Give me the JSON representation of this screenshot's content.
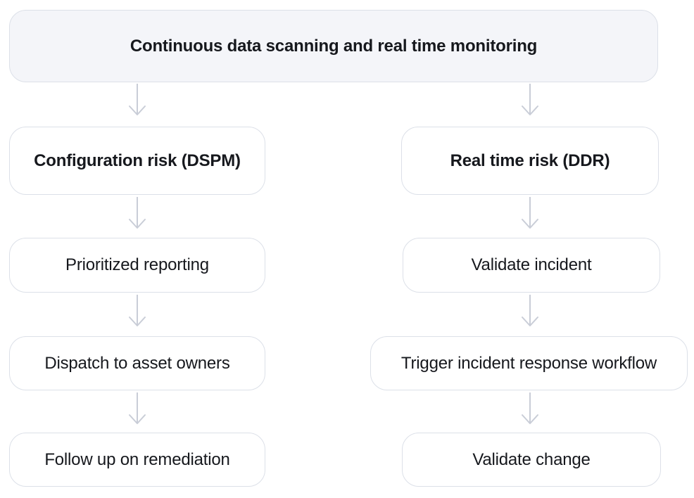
{
  "diagram": {
    "root": {
      "label": "Continuous data scanning and real time monitoring"
    },
    "columns": [
      {
        "header": "Configuration risk (DSPM)",
        "steps": [
          "Prioritized reporting",
          "Dispatch to asset owners",
          "Follow up on remediation"
        ]
      },
      {
        "header": "Real time risk (DDR)",
        "steps": [
          "Validate incident",
          "Trigger incident response workflow",
          "Validate change"
        ]
      }
    ],
    "colors": {
      "root_fill": "#f4f5f9",
      "node_fill": "#ffffff",
      "node_border": "#dce0e8",
      "arrow": "#c9cdd7",
      "text": "#16181d"
    }
  }
}
